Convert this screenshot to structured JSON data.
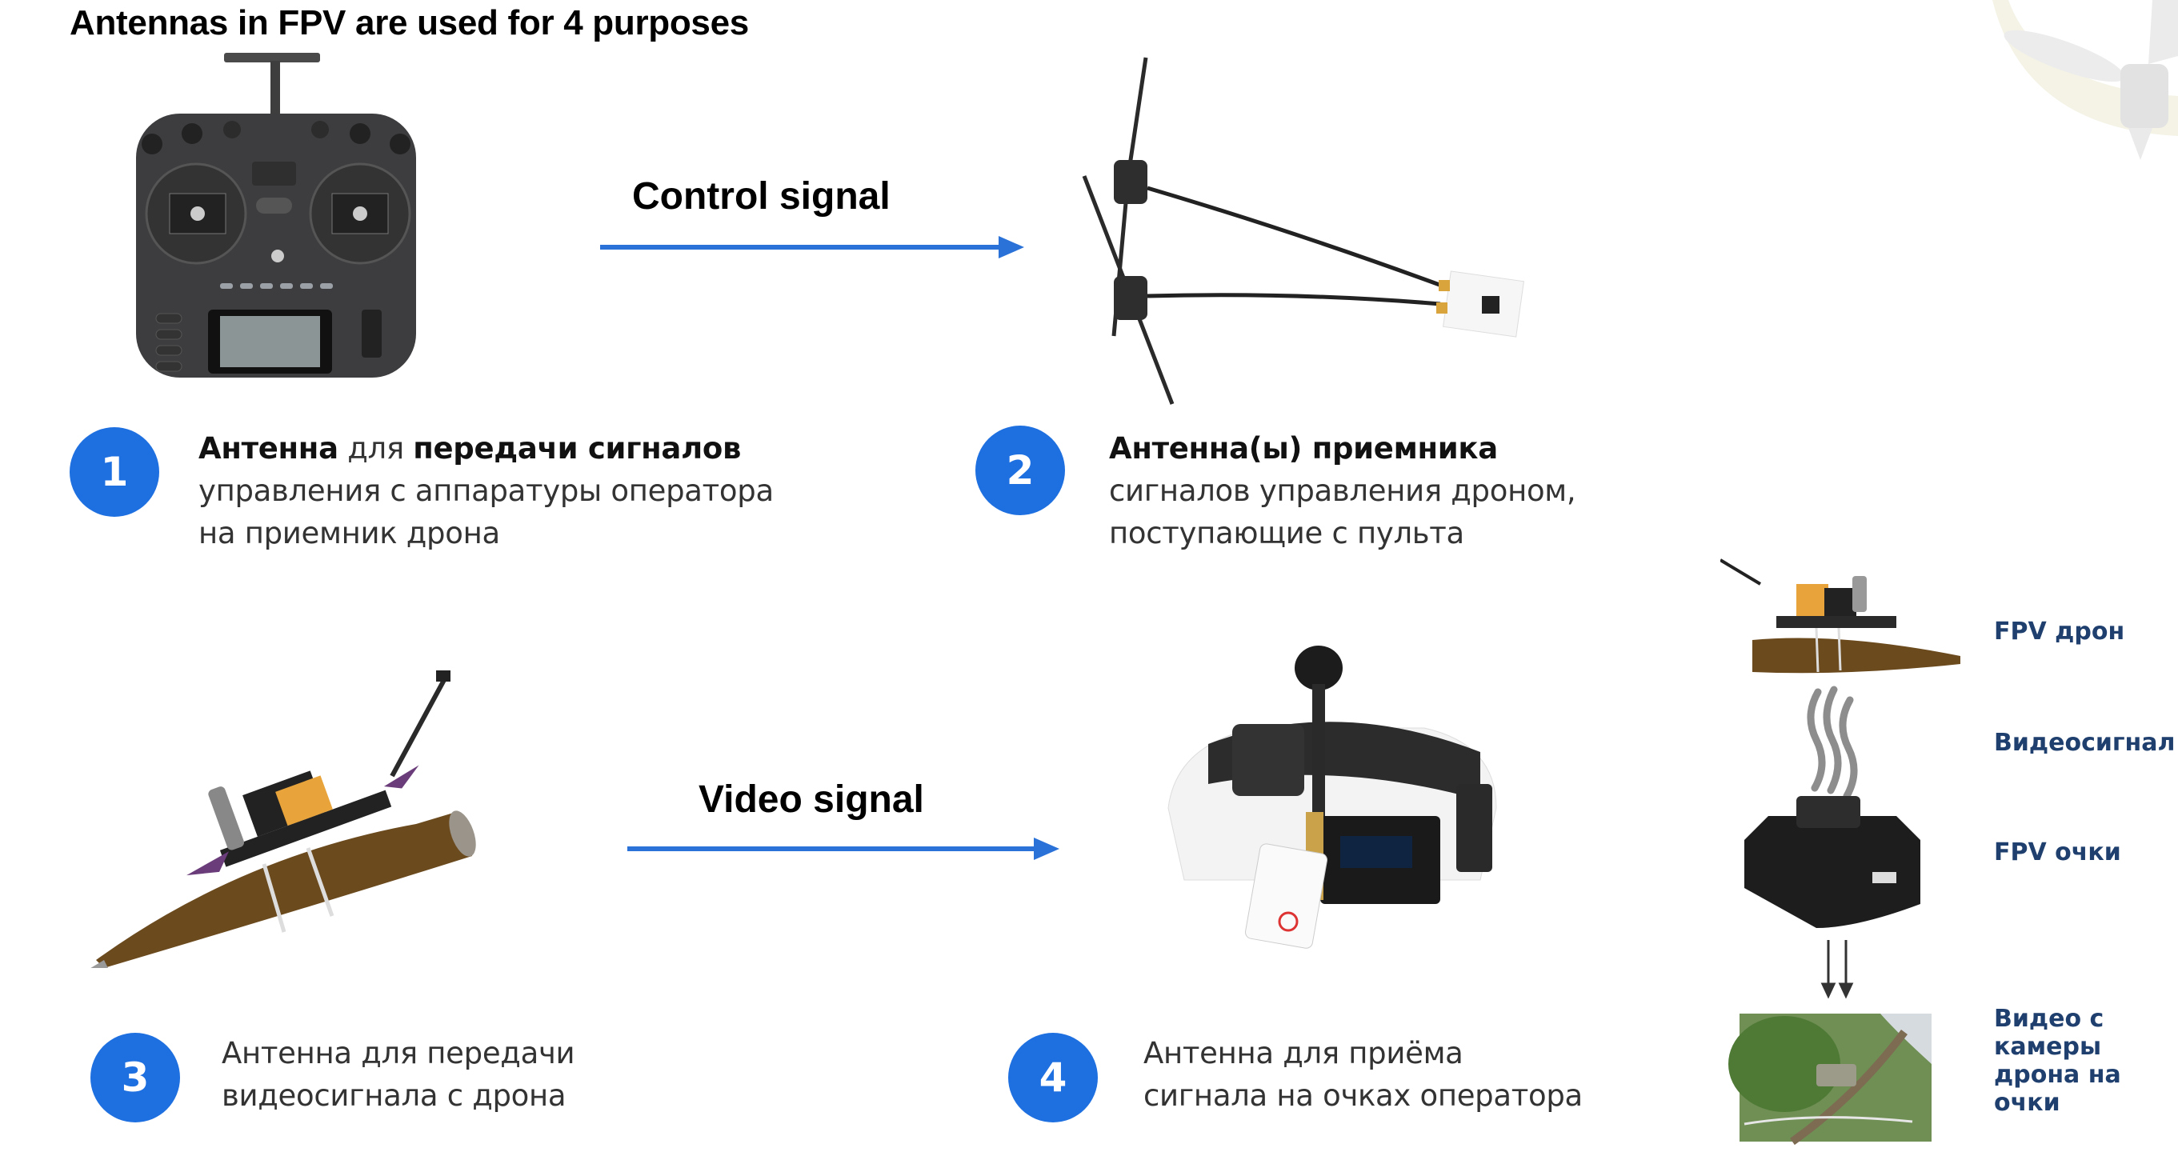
{
  "title": "Antennas in FPV are used for 4 purposes",
  "signals": {
    "control": "Control signal",
    "video": "Video signal"
  },
  "items": [
    {
      "number": "1",
      "line1_bold_a": "Антенна",
      "line1_regular": " для ",
      "line1_bold_b": "передачи сигналов",
      "line2": "управления с аппаратуры оператора",
      "line3": "на приемник дрона",
      "image": "radio-transmitter"
    },
    {
      "number": "2",
      "line1_bold_a": "Антенна(ы) приемника",
      "line2": "сигналов управления дроном,",
      "line3": "поступающие с пульта",
      "image": "receiver-with-t-antennas"
    },
    {
      "number": "3",
      "line1": "Антенна для передачи",
      "line2": "видеосигнала с дрона",
      "image": "fpv-drone-with-warhead"
    },
    {
      "number": "4",
      "line1": "Антенна для приёма",
      "line2": "сигнала  на очках оператора",
      "image": "fpv-goggles"
    }
  ],
  "flow": {
    "labels": [
      "FPV дрон",
      "Видеосигнал",
      "FPV очки",
      "Видео с камеры дрона на очки"
    ],
    "label_lines_last": [
      "Видео с",
      "камеры",
      "дрона на",
      "очки"
    ]
  },
  "colors": {
    "accent_blue": "#1e6fe0",
    "arrow_blue": "#2a72d8",
    "flow_label": "#1f3f6e"
  }
}
